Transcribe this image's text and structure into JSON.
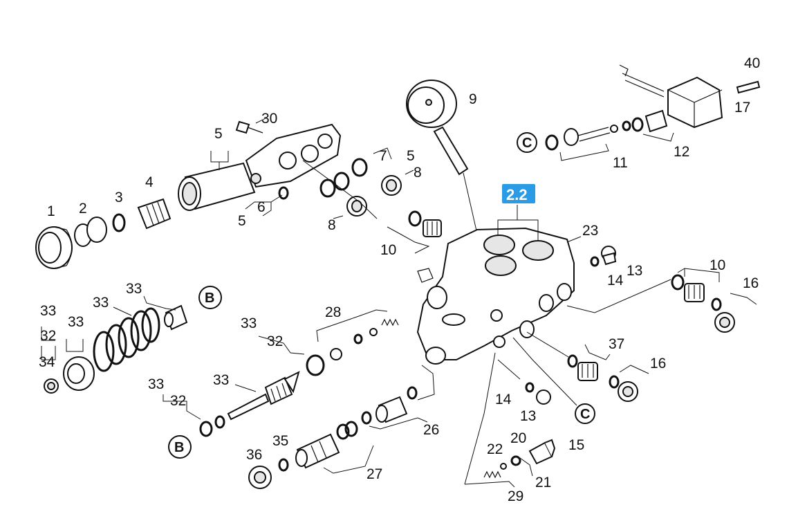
{
  "callout": "2.2",
  "markers": {
    "b": "B",
    "c": "C"
  },
  "labels": {
    "n1": "1",
    "n2": "2",
    "n3": "3",
    "n4": "4",
    "n5": "5",
    "n6": "6",
    "n7": "7",
    "n8": "8",
    "n9": "9",
    "n10": "10",
    "n11": "11",
    "n12": "12",
    "n13": "13",
    "n14": "14",
    "n15": "15",
    "n16": "16",
    "n17": "17",
    "n20": "20",
    "n21": "21",
    "n22": "22",
    "n23": "23",
    "n26": "26",
    "n27": "27",
    "n28": "28",
    "n29": "29",
    "n30": "30",
    "n32": "32",
    "n33": "33",
    "n34": "34",
    "n35": "35",
    "n36": "36",
    "n37": "37",
    "n40": "40"
  }
}
